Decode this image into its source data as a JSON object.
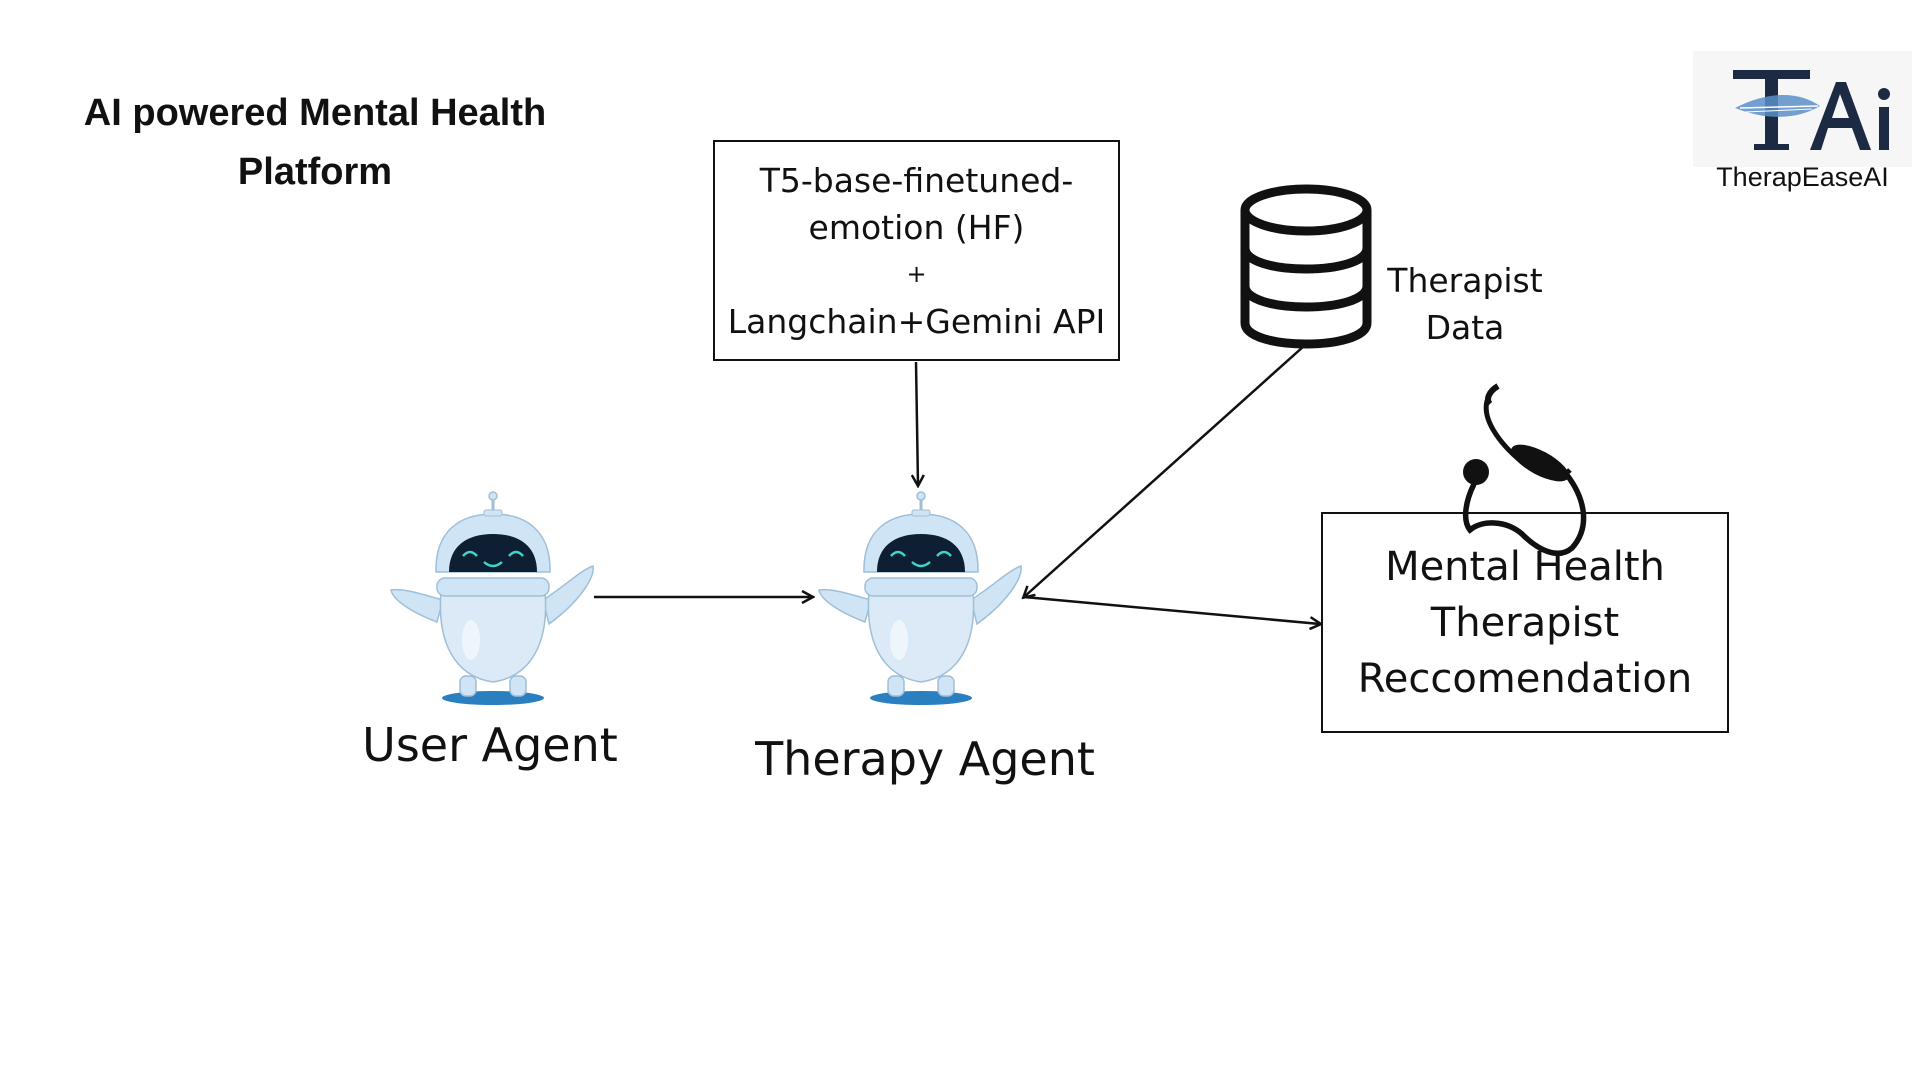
{
  "title": {
    "line1": "AI powered Mental Health",
    "line2": "Platform"
  },
  "logo": {
    "wordmark": "TAi",
    "caption": "TherapEaseAI",
    "navy": "#1c2a44",
    "accent": "#5b8fc8"
  },
  "model_box": {
    "line1": "T5-base-finetuned-",
    "line2": "emotion (HF)",
    "line3": "+",
    "line4": "Langchain+Gemini API"
  },
  "database": {
    "icon": "database-icon",
    "label_line1": "Therapist",
    "label_line2": "Data"
  },
  "recommendation_box": {
    "icon": "stethoscope-icon",
    "line1": "Mental Health",
    "line2": "Therapist",
    "line3": "Reccomendation"
  },
  "agents": {
    "user": {
      "label": "User Agent",
      "icon": "robot-icon"
    },
    "therapy": {
      "label": "Therapy Agent",
      "icon": "robot-icon"
    }
  },
  "colors": {
    "robot_body": "#cfe4f4",
    "robot_face": "#0e1e33",
    "robot_eyes": "#3fd4c8",
    "robot_shadow": "#2a7fc0",
    "stroke": "#111111"
  }
}
